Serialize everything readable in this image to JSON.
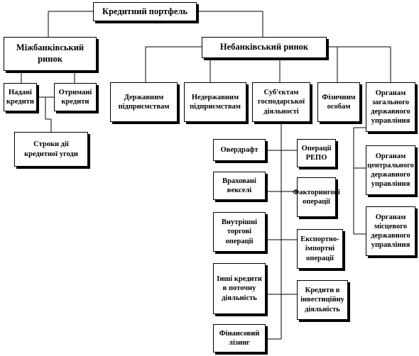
{
  "root": "Кредитний портфель",
  "interbank": {
    "title": "Міжбанківський ринок",
    "issued": "Надані кредити",
    "received": "Отримані кредити",
    "terms": "Строки дії кредитної угоди"
  },
  "nonbank": {
    "title": "Небанківський ринок",
    "state_enterprises": "Державним підприємствам",
    "nonstate_enterprises": "Недержавним підприємствам",
    "business_entities": "Суб'єктам господарської діяльності",
    "individuals": "Фізичним особам",
    "general_gov": "Органам загального державного управління",
    "central_gov": "Органам центрального державного управління",
    "local_gov": "Органам місцевого державного управління"
  },
  "operations": {
    "overdraft": "Овердрафт",
    "repo": "Операції РЕПО",
    "bills": "Враховані векселі",
    "factoring": "Факторингові операції",
    "domestic_trade": "Внутрішні торгові операції",
    "export_import": "Експортно-імпортні операції",
    "other_current": "Інші кредити в поточну діяльність",
    "investment": "Кредити в інвестиційну діяльність",
    "leasing": "Фінансовий лізинг"
  }
}
